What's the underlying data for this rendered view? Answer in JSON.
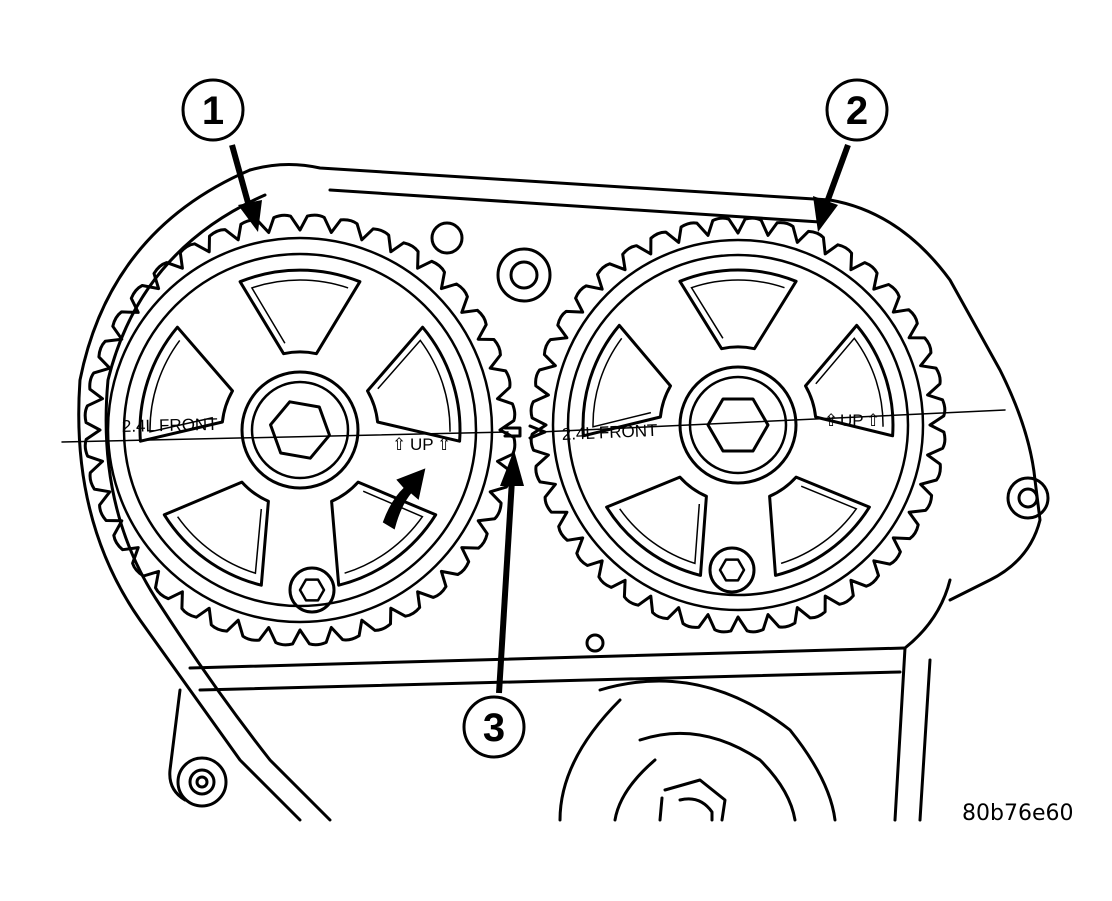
{
  "callouts": [
    {
      "label": "1"
    },
    {
      "label": "2"
    },
    {
      "label": "3"
    }
  ],
  "left_sprocket": {
    "front_text": "2.4L FRONT",
    "up_text": "UP"
  },
  "right_sprocket": {
    "front_text": "2.4L FRONT",
    "up_text": "UP"
  },
  "figure_id": "80b76e60",
  "colors": {
    "ink": "#000000",
    "background": "#ffffff"
  }
}
